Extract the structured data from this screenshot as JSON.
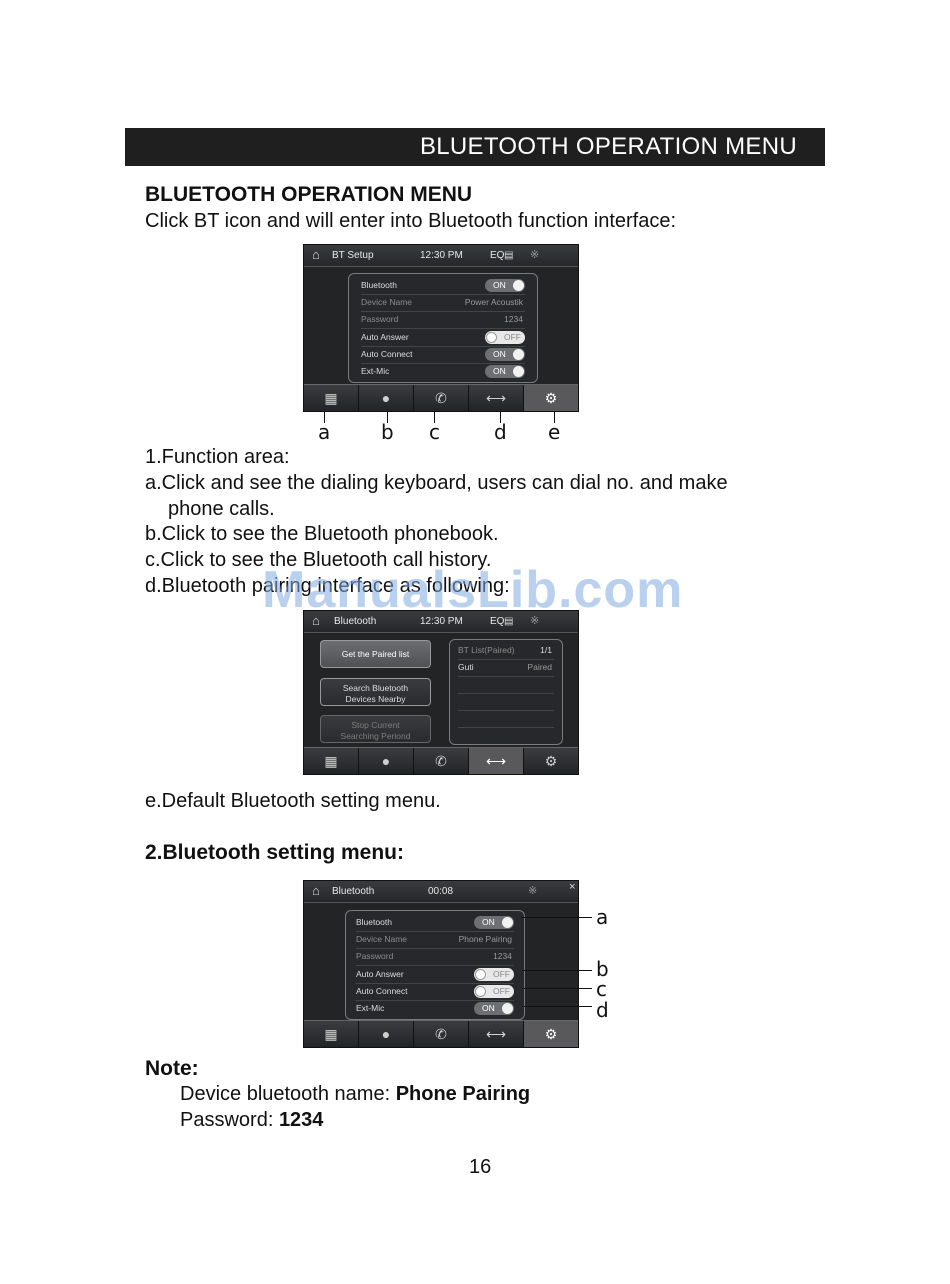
{
  "header": {
    "title": "BLUETOOTH OPERATION MENU"
  },
  "intro": {
    "heading": "BLUETOOTH OPERATION MENU",
    "text": "Click BT icon and will enter into Bluetooth function interface:"
  },
  "screen1": {
    "title": "BT Setup",
    "time": "12:30 PM",
    "eq": "EQ",
    "rows": [
      {
        "label": "Bluetooth",
        "toggle": "ON"
      },
      {
        "label": "Device Name",
        "value": "Power Acoustik"
      },
      {
        "label": "Password",
        "value": "1234"
      },
      {
        "label": "Auto Answer",
        "toggle": "OFF"
      },
      {
        "label": "Auto Connect",
        "toggle": "ON"
      },
      {
        "label": "Ext-Mic",
        "toggle": "ON"
      }
    ],
    "callouts": [
      "a",
      "b",
      "c",
      "d",
      "e"
    ]
  },
  "function_area": {
    "title": "1.Function area:",
    "items": [
      "a.Click and see the dialing keyboard, users can dial no. and make",
      "phone calls.",
      "b.Click to see the Bluetooth phonebook.",
      "c.Click to see the Bluetooth call history.",
      "d.Bluetooth pairing interface as following:"
    ]
  },
  "watermark": "ManualsLib.com",
  "screen2": {
    "title": "Bluetooth",
    "time": "12:30 PM",
    "eq": "EQ",
    "buttons": [
      "Get the Paired list",
      "Search Bluetooth",
      "Devices Nearby",
      "Stop Current",
      "Searching Periond"
    ],
    "list_header": "BT List(Paired)",
    "list_page": "1/1",
    "devices": [
      {
        "name": "Guti",
        "status": "Paired"
      }
    ]
  },
  "item_e": "e.Default Bluetooth setting menu.",
  "setting": {
    "heading": "2.Bluetooth setting menu:"
  },
  "screen3": {
    "title": "Bluetooth",
    "time": "00:08",
    "close": "×",
    "rows": [
      {
        "label": "Bluetooth",
        "toggle": "ON"
      },
      {
        "label": "Device Name",
        "value": "Phone Pairing"
      },
      {
        "label": "Password",
        "value": "1234"
      },
      {
        "label": "Auto Answer",
        "toggle": "OFF"
      },
      {
        "label": "Auto Connect",
        "toggle": "OFF"
      },
      {
        "label": "Ext-Mic",
        "toggle": "ON"
      }
    ],
    "callouts": [
      "a",
      "b",
      "c",
      "d"
    ]
  },
  "note": {
    "heading": "Note:",
    "name_label": "Device bluetooth name: ",
    "name_value": "Phone Pairing",
    "pw_label": "Password: ",
    "pw_value": "1234"
  },
  "page_number": "16",
  "icons": [
    "home-icon",
    "bluetooth-icon",
    "keypad-icon",
    "contact-icon",
    "call-history-icon",
    "pairing-icon",
    "settings-gear-icon"
  ]
}
